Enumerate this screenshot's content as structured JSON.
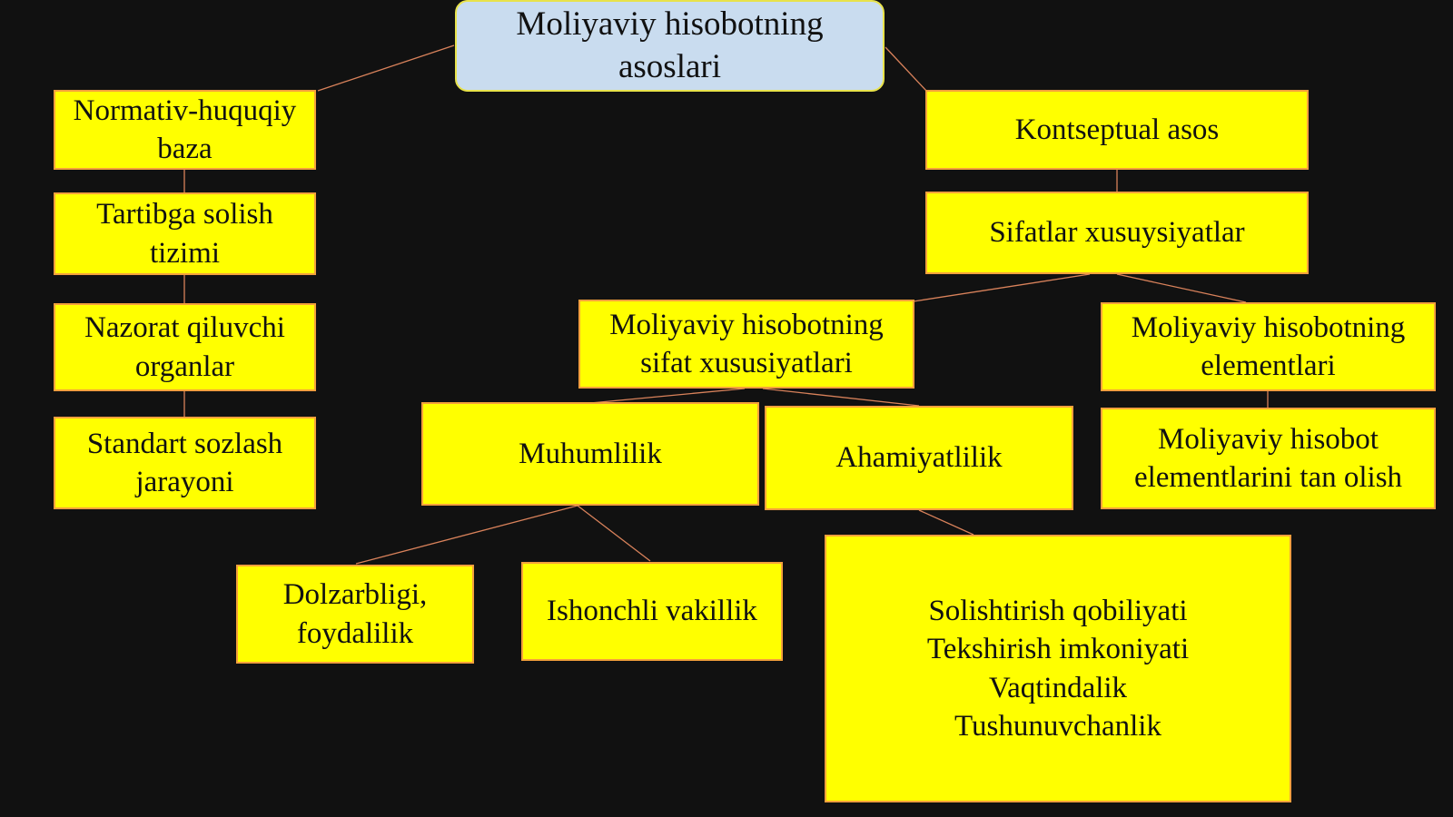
{
  "root": {
    "label": "Moliyaviy hisobotning\nasoslari"
  },
  "left_branch": [
    {
      "label": "Normativ-huquqiy\nbaza"
    },
    {
      "label": "Tartibga solish\ntizimi"
    },
    {
      "label": "Nazorat qiluvchi\norganlar"
    },
    {
      "label": "Standart sozlash\njarayoni"
    }
  ],
  "right_branch": {
    "conceptual": {
      "label": "Kontseptual asos"
    },
    "qualities": {
      "label": "Sifatlar xusuysiyatlar"
    },
    "qualitative_characteristics": {
      "label": "Moliyaviy hisobotning\nsifat xususiyatlari"
    },
    "elements": {
      "label": "Moliyaviy hisobotning\nelementlari"
    },
    "elements_recognition": {
      "label": "Moliyaviy hisobot\nelementlarini tan olish"
    }
  },
  "characteristics": {
    "materiality": {
      "label": "Muhumlilik"
    },
    "relevance": {
      "label": "Ahamiyatlilik"
    },
    "timeliness_usefulness": {
      "label": "Dolzarbligi,\nfoydalilik"
    },
    "faithful_representation": {
      "label": "Ishonchli vakillik"
    },
    "enhancing": {
      "label": "Solishtirish qobiliyati\nTekshirish imkoniyati\nVaqtindalik\nTushunuvchanlik"
    }
  },
  "colors": {
    "background": "#111111",
    "box_fill": "#ffff00",
    "box_border": "#f4a03c",
    "root_fill": "#c9dcef",
    "connector": "#d9825b"
  }
}
